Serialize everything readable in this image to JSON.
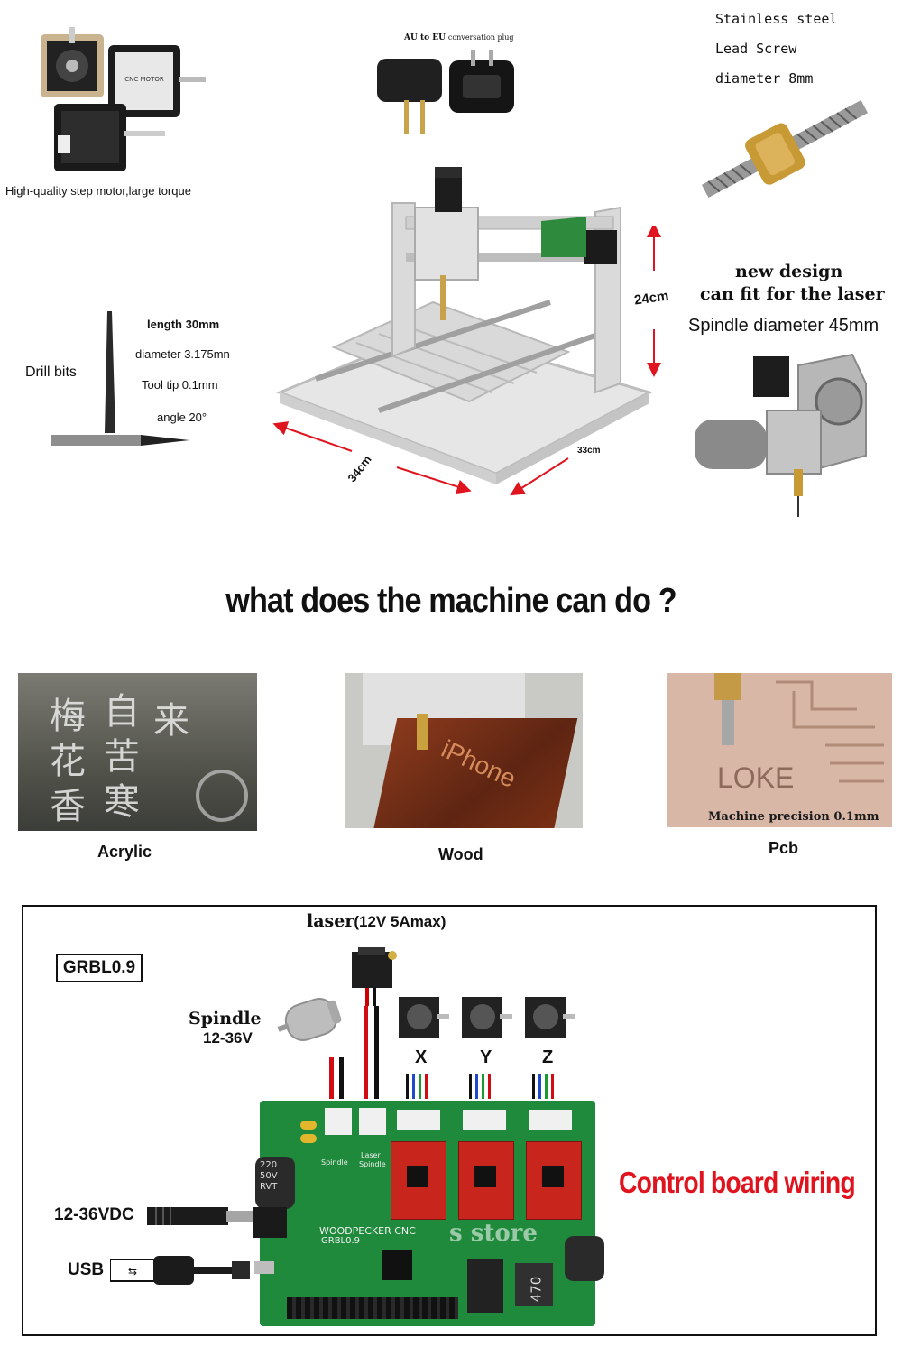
{
  "top": {
    "motor_caption": "High-quality step motor,large torque",
    "plug_caption_a": "AU to EU",
    "plug_caption_b": "conversation plug",
    "screw_line1": "Stainless steel",
    "screw_line2": "Lead Screw",
    "screw_line3": "diameter 8mm",
    "drill_label": "Drill bits",
    "drill_length": "length 30mm",
    "drill_diameter": "diameter 3.175mn",
    "drill_tip": "Tool tip 0.1mm",
    "drill_angle": "angle 20°",
    "dim_height": "24cm",
    "dim_width": "34cm",
    "dim_depth": "33cm",
    "laser_line1": "new design",
    "laser_line2": "can fit for the laser",
    "spindle_diameter": "Spindle diameter 45mm"
  },
  "section_title": "what does the machine can do ?",
  "samples": [
    {
      "label": "Acrylic",
      "chars": [
        "梅",
        "自",
        "来",
        "花",
        "苦",
        "香",
        "寒"
      ]
    },
    {
      "label": "Wood",
      "engraving": "iPhone"
    },
    {
      "label": "Pcb",
      "engraving": "LOKE",
      "note": "Machine precision 0.1mm"
    }
  ],
  "wiring": {
    "firmware": "GRBL0.9",
    "laser_bold": "laser",
    "laser_spec": "(12V 5Amax)",
    "spindle_label": "Spindle",
    "spindle_voltage": "12-36V",
    "axis_x": "X",
    "axis_y": "Y",
    "axis_z": "Z",
    "power_label": "12-36VDC",
    "usb_label": "USB",
    "board_title": "Control board wiring",
    "board_name": "WOODPECKER CNC",
    "board_grbl": "GRBL0.9",
    "watermark": "s store",
    "cap_big": "220 50V RVT",
    "inductor": "470",
    "conn_spindle": "Spindle",
    "conn_laser": "Laser",
    "conn_laser2": "Spindle"
  },
  "colors": {
    "accent_red": "#e0141e",
    "board_green": "#1f8a3c",
    "driver_red": "#c8261c"
  }
}
